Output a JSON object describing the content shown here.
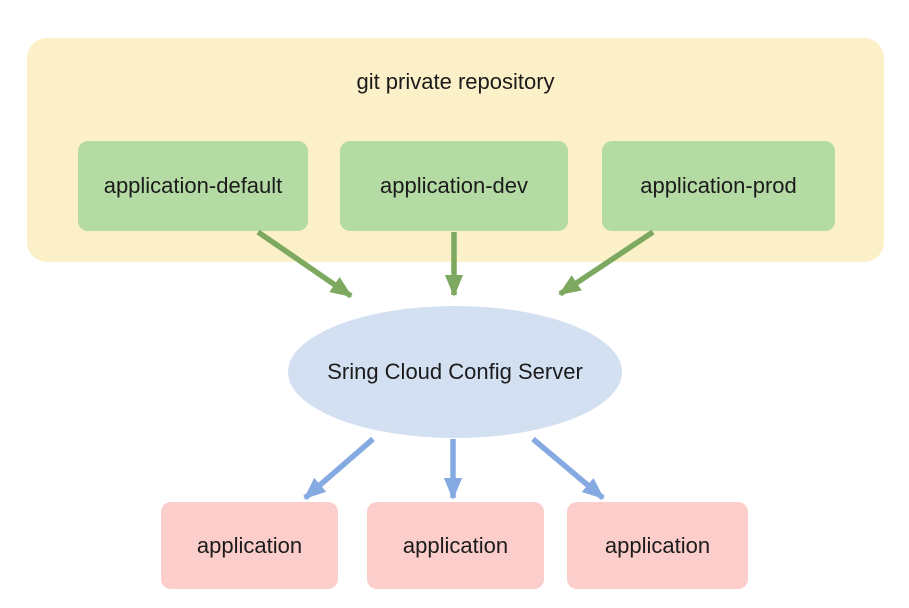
{
  "diagram": {
    "repo_group": {
      "label": "git private repository"
    },
    "profiles": [
      {
        "label": "application-default"
      },
      {
        "label": "application-dev"
      },
      {
        "label": "application-prod"
      }
    ],
    "server": {
      "label": "Sring Cloud Config Server"
    },
    "clients": [
      {
        "label": "application"
      },
      {
        "label": "application"
      },
      {
        "label": "application"
      }
    ],
    "colors": {
      "repo_group_bg": "#FCF0C9",
      "profile_box_bg": "#B5DBA4",
      "server_ellipse_bg": "#D3E0F2",
      "client_box_bg": "#FBCECB",
      "repo_arrow": "#7CA95F",
      "client_arrow": "#85AAE2",
      "text": "#1B1B1B"
    }
  }
}
